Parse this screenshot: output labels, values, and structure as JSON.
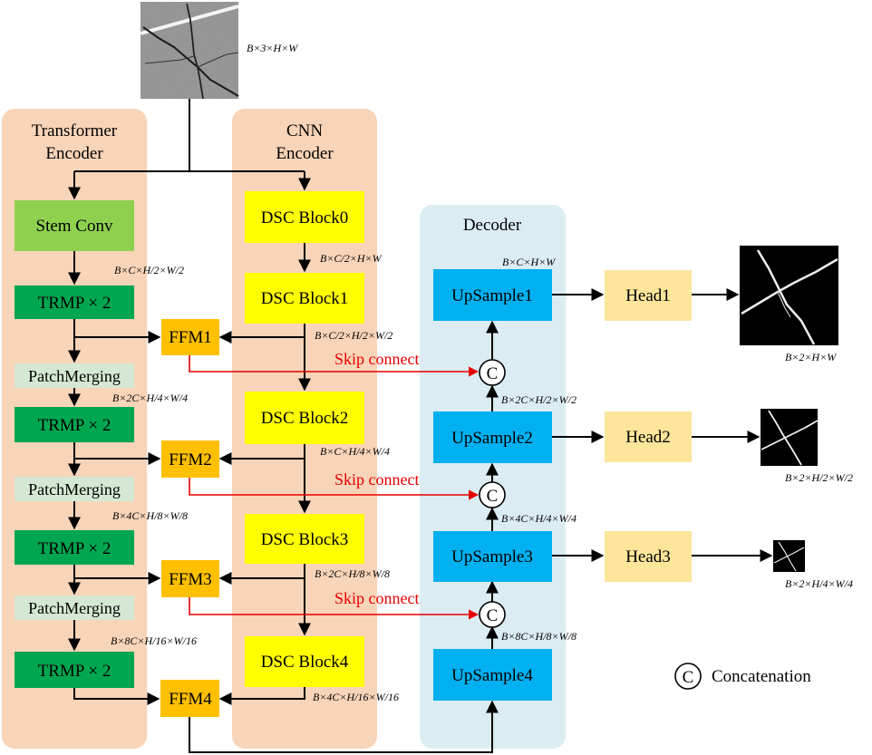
{
  "panels": {
    "transformer_encoder": [
      "Transformer",
      "Encoder"
    ],
    "cnn_encoder": [
      "CNN",
      "Encoder"
    ],
    "decoder": "Decoder"
  },
  "blocks": {
    "stem_conv": "Stem Conv",
    "trmp": "TRMP × 2",
    "patch_merging": "PatchMerging",
    "dsc0": "DSC Block0",
    "dsc1": "DSC Block1",
    "dsc2": "DSC Block2",
    "dsc3": "DSC Block3",
    "dsc4": "DSC Block4",
    "ffm1": "FFM1",
    "ffm2": "FFM2",
    "ffm3": "FFM3",
    "ffm4": "FFM4",
    "up1": "UpSample1",
    "up2": "UpSample2",
    "up3": "UpSample3",
    "up4": "UpSample4",
    "head1": "Head1",
    "head2": "Head2",
    "head3": "Head3"
  },
  "skip_connect": "Skip connect",
  "concat_symbol": "C",
  "legend": {
    "symbol": "C",
    "label": "Concatenation"
  },
  "shapes": {
    "input": "B×3×H×W",
    "stem_out": "B×C×H/2×W/2",
    "dsc0_out": "B×C/2×H×W",
    "dsc1_out": "B×C/2×H/2×W/2",
    "pm1_out": "B×2C×H/4×W/4",
    "dsc2_out": "B×C×H/4×W/4",
    "pm2_out": "B×4C×H/8×W/8",
    "dsc3_out": "B×2C×H/8×W/8",
    "pm3_out": "B×8C×H/16×W/16",
    "dsc4_out": "B×4C×H/16×W/16",
    "up1_out": "B×C×H×W",
    "up2_in": "B×2C×H/2×W/2",
    "up3_in": "B×4C×H/4×W/4",
    "up4_out": "B×8C×H/8×W/8",
    "head1_out": "B×2×H×W",
    "head2_out": "B×2×H/2×W/2",
    "head3_out": "B×2×H/4×W/4"
  },
  "colors": {
    "panel_encoder": "#f8d4b8",
    "panel_decoder": "#dcecf3",
    "stem": "#8fd14f",
    "trmp": "#00a650",
    "patch_merging": "#d5e8d4",
    "dsc": "#ffff00",
    "ffm": "#ffc000",
    "upsample": "#00b0f0",
    "head": "#fde59a",
    "skip": "#e60000"
  }
}
